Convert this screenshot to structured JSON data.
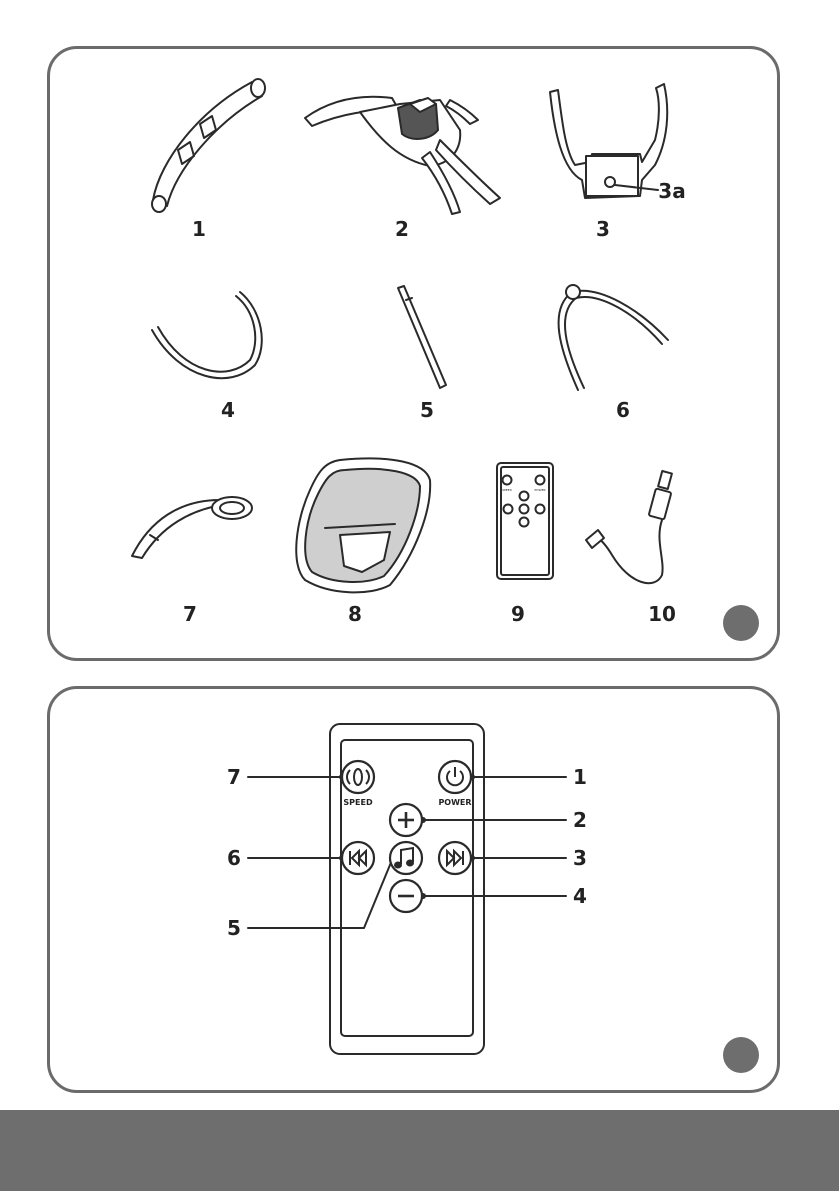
{
  "parts": {
    "items": [
      {
        "id": "1"
      },
      {
        "id": "2"
      },
      {
        "id": "3"
      },
      {
        "id": "4"
      },
      {
        "id": "5"
      },
      {
        "id": "6"
      },
      {
        "id": "7"
      },
      {
        "id": "8"
      },
      {
        "id": "9"
      },
      {
        "id": "10"
      }
    ],
    "sub_label": "3a",
    "mini_remote": {
      "speed": "SPEED",
      "power": "POWER"
    }
  },
  "remote": {
    "speed_label": "SPEED",
    "power_label": "POWER",
    "callouts": [
      {
        "number": "1",
        "target": "power-button"
      },
      {
        "number": "2",
        "target": "plus-button"
      },
      {
        "number": "3",
        "target": "next-button"
      },
      {
        "number": "4",
        "target": "minus-button"
      },
      {
        "number": "5",
        "target": "music-button"
      },
      {
        "number": "6",
        "target": "previous-button"
      },
      {
        "number": "7",
        "target": "speed-button"
      }
    ]
  },
  "colors": {
    "border": "#6b6b6b",
    "line": "#2a2a2a",
    "accent_gray": "#6e6e6e"
  },
  "icons": [
    "power-icon",
    "speed-icon",
    "plus-icon",
    "minus-icon",
    "music-note-icon",
    "previous-icon",
    "next-icon"
  ]
}
